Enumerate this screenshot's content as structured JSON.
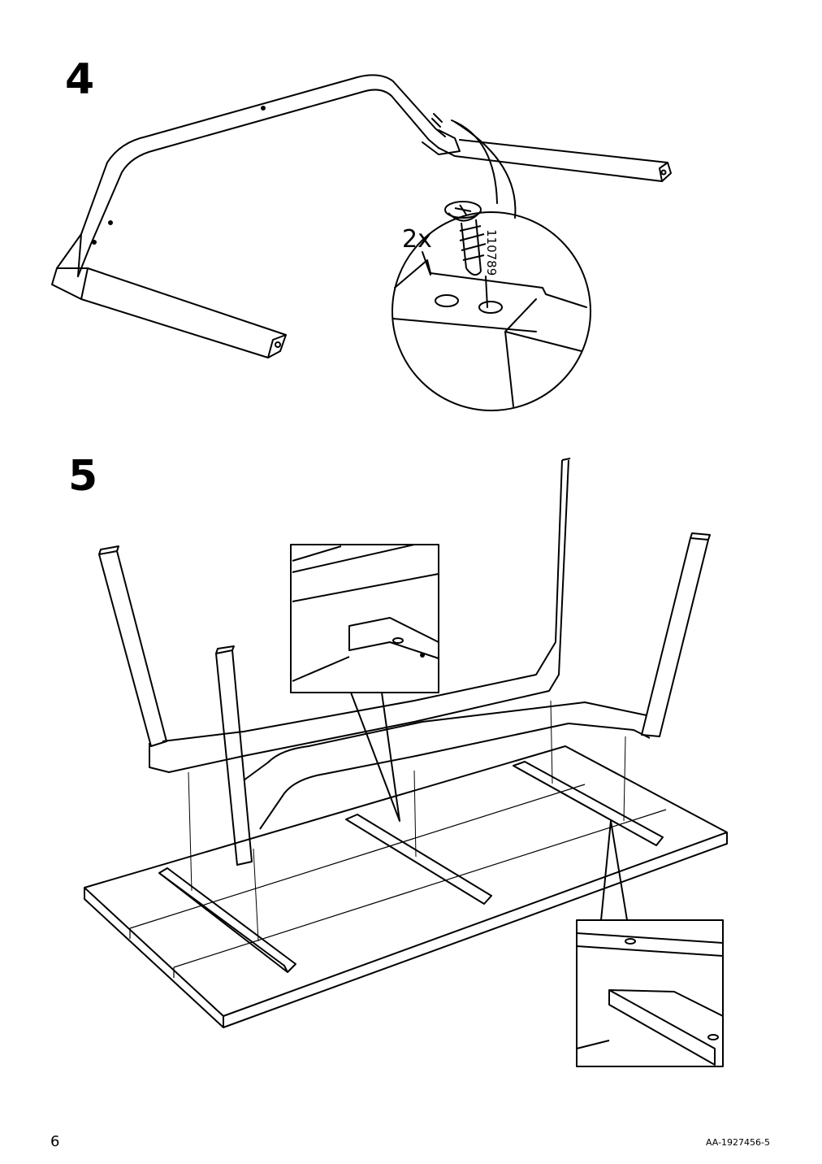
{
  "steps": [
    {
      "number": "4",
      "callout": {
        "quantity": "2x",
        "part_number": "110789",
        "part": "screw-icon"
      }
    },
    {
      "number": "5",
      "details": [
        "rail-joint-detail",
        "rail-slot-detail"
      ]
    }
  ],
  "footer": {
    "page_number": "6",
    "document_code": "AA-1927456-5"
  },
  "colors": {
    "line": "#000000",
    "background": "#ffffff"
  }
}
